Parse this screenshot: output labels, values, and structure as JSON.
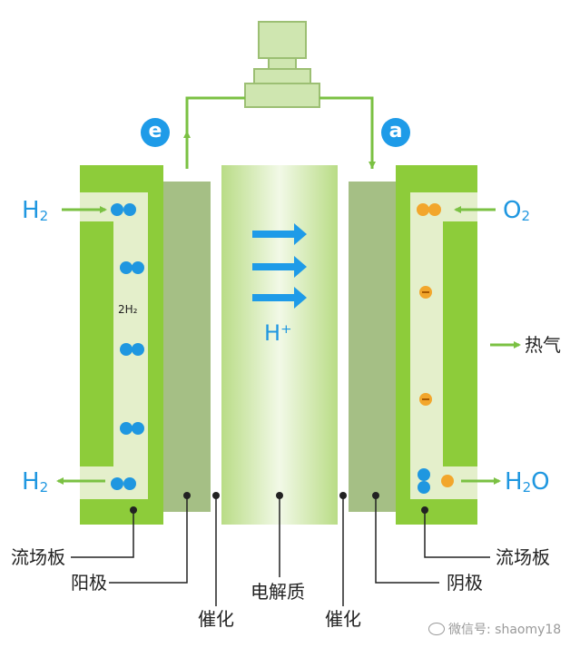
{
  "badges": {
    "left": "e",
    "right": "a"
  },
  "gases": {
    "h2_in": {
      "main": "H",
      "sub": "2"
    },
    "h2_out": {
      "main": "H",
      "sub": "2"
    },
    "o2_in": {
      "main": "O",
      "sub": "2"
    },
    "h2o_out": {
      "pre": "H",
      "sub": "2",
      "post": "O"
    },
    "heat": "热气"
  },
  "inner": {
    "h2_label": "2H₂",
    "proton": "H⁺"
  },
  "parts": {
    "flow_plate_left": "流场板",
    "anode": "阳极",
    "catalyst_left": "催化",
    "electrolyte": "电解质",
    "catalyst_right": "催化",
    "cathode": "阴极",
    "flow_plate_right": "流场板"
  },
  "watermark": "微信号: shaomy18",
  "colors": {
    "plate_green": "#8dcc3a",
    "channel": "#e4efcb",
    "electrode": "#a5bf85",
    "gas_blue": "#1f97e0",
    "ion_orange": "#f2a62c",
    "arrow_green": "#7bc143"
  }
}
